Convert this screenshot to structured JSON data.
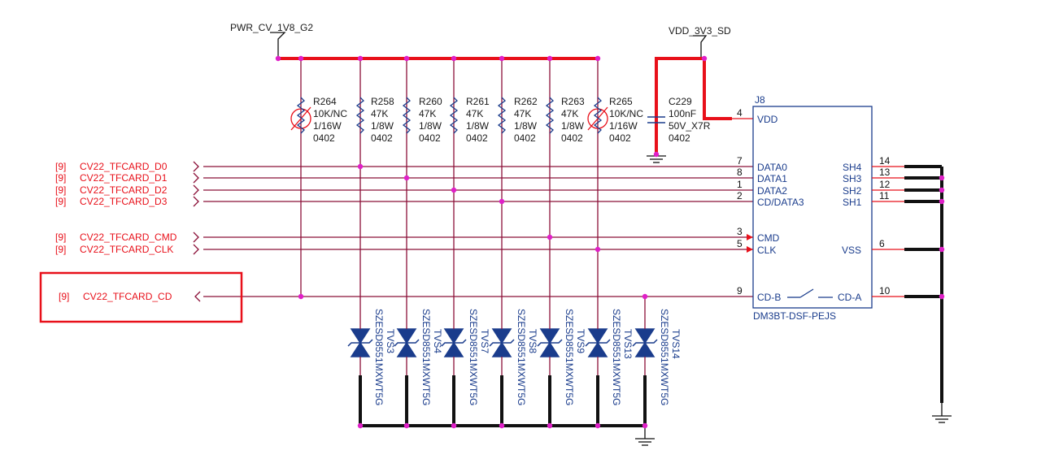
{
  "power": {
    "rail_1v8": "PWR_CV_1V8_G2",
    "rail_3v3": "VDD_3V3_SD"
  },
  "nets": [
    {
      "sheet": "[9]",
      "name": "CV22_TFCARD_D0"
    },
    {
      "sheet": "[9]",
      "name": "CV22_TFCARD_D1"
    },
    {
      "sheet": "[9]",
      "name": "CV22_TFCARD_D2"
    },
    {
      "sheet": "[9]",
      "name": "CV22_TFCARD_D3"
    },
    {
      "sheet": "[9]",
      "name": "CV22_TFCARD_CMD"
    },
    {
      "sheet": "[9]",
      "name": "CV22_TFCARD_CLK"
    },
    {
      "sheet": "[9]",
      "name": "CV22_TFCARD_CD"
    }
  ],
  "resistors": [
    {
      "ref": "R264",
      "value": "10K/NC",
      "power": "1/16W",
      "pkg": "0402"
    },
    {
      "ref": "R258",
      "value": "47K",
      "power": "1/8W",
      "pkg": "0402"
    },
    {
      "ref": "R260",
      "value": "47K",
      "power": "1/8W",
      "pkg": "0402"
    },
    {
      "ref": "R261",
      "value": "47K",
      "power": "1/8W",
      "pkg": "0402"
    },
    {
      "ref": "R262",
      "value": "47K",
      "power": "1/8W",
      "pkg": "0402"
    },
    {
      "ref": "R263",
      "value": "47K",
      "power": "1/8W",
      "pkg": "0402"
    },
    {
      "ref": "R265",
      "value": "10K/NC",
      "power": "1/16W",
      "pkg": "0402"
    }
  ],
  "capacitor": {
    "ref": "C229",
    "value": "100nF",
    "rating": "50V_X7R",
    "pkg": "0402"
  },
  "connector": {
    "ref": "J8",
    "part": "DM3BT-DSF-PEJS",
    "left_pins": [
      {
        "num": "4",
        "name": "VDD"
      },
      {
        "num": "7",
        "name": "DATA0"
      },
      {
        "num": "8",
        "name": "DATA1"
      },
      {
        "num": "1",
        "name": "DATA2"
      },
      {
        "num": "2",
        "name": "CD/DATA3"
      },
      {
        "num": "3",
        "name": "CMD"
      },
      {
        "num": "5",
        "name": "CLK"
      },
      {
        "num": "9",
        "name": "CD-B"
      }
    ],
    "right_pins": [
      {
        "num": "14",
        "name": "SH4"
      },
      {
        "num": "13",
        "name": "SH3"
      },
      {
        "num": "12",
        "name": "SH2"
      },
      {
        "num": "11",
        "name": "SH1"
      },
      {
        "num": "6",
        "name": "VSS"
      },
      {
        "num": "10",
        "name": "CD-A"
      }
    ]
  },
  "tvs": [
    {
      "ref": "TVS3",
      "part": "SZESD8551MXWT5G"
    },
    {
      "ref": "TVS4",
      "part": "SZESD8551MXWT5G"
    },
    {
      "ref": "TVS7",
      "part": "SZESD8551MXWT5G"
    },
    {
      "ref": "TVS8",
      "part": "SZESD8551MXWT5G"
    },
    {
      "ref": "TVS9",
      "part": "SZESD8551MXWT5G"
    },
    {
      "ref": "TVS13",
      "part": "SZESD8551MXWT5G"
    },
    {
      "ref": "TVS14",
      "part": "SZESD8551MXWT5G"
    }
  ],
  "colors": {
    "wire": "#8b1038",
    "power_bus": "#e8101a",
    "ground_bus": "#111111",
    "junction": "#e020c8",
    "part_body": "#1a3c8c",
    "net_label": "#e8101a"
  }
}
